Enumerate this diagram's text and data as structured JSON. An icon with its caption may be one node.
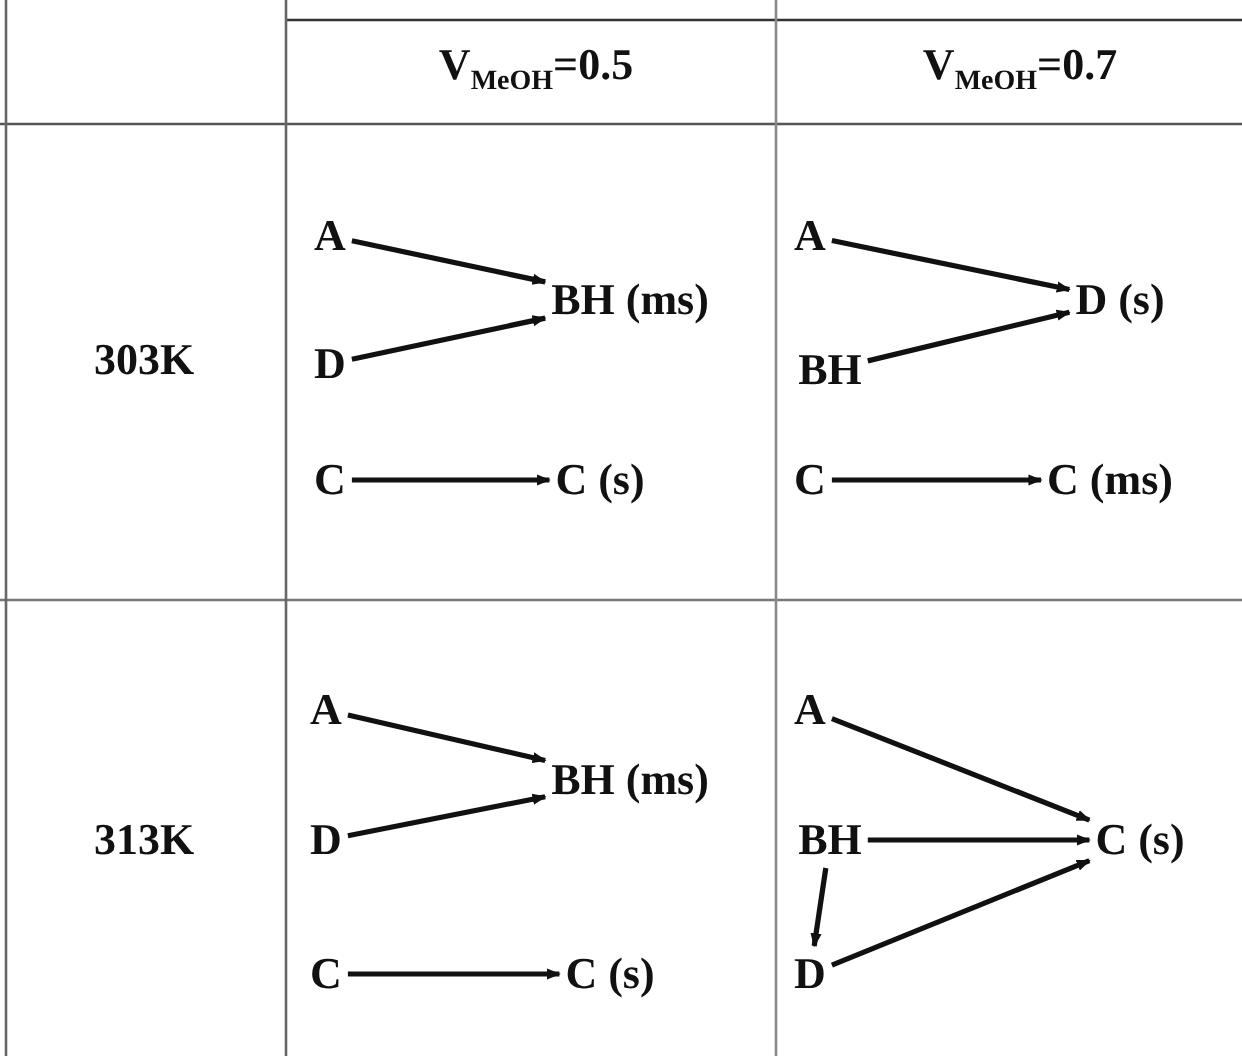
{
  "diagram": {
    "nodes": [
      {
        "text": [
          "A"
        ]
      },
      {
        "text": [
          "D"
        ]
      },
      {
        "text": [
          "BH (ms)"
        ]
      },
      {
        "text": [
          "C"
        ]
      },
      {
        "text": [
          "C (s)"
        ]
      },
      {
        "text": [
          "A"
        ]
      },
      {
        "text": [
          "BH"
        ]
      },
      {
        "text": [
          "D (s)"
        ]
      },
      {
        "text": [
          "C"
        ]
      },
      {
        "text": [
          "C (ms)"
        ]
      },
      {
        "text": [
          "A"
        ]
      },
      {
        "text": [
          "D"
        ]
      },
      {
        "text": [
          "BH (ms)"
        ]
      },
      {
        "text": [
          "C"
        ]
      },
      {
        "text": [
          "C (s)"
        ]
      },
      {
        "text": [
          "A"
        ]
      },
      {
        "text": [
          "BH"
        ]
      },
      {
        "text": [
          "D"
        ]
      },
      {
        "text": [
          "C (s)"
        ]
      }
    ],
    "edges": [
      {
        "from": 0,
        "to": 2,
        "arrow": "to"
      },
      {
        "from": 1,
        "to": 2,
        "arrow": "to"
      },
      {
        "from": 3,
        "to": 4,
        "arrow": "to"
      },
      {
        "from": 5,
        "to": 7,
        "arrow": "to"
      },
      {
        "from": 6,
        "to": 7,
        "arrow": "to"
      },
      {
        "from": 8,
        "to": 9,
        "arrow": "to"
      },
      {
        "from": 10,
        "to": 12,
        "arrow": "to"
      },
      {
        "from": 11,
        "to": 12,
        "arrow": "to"
      },
      {
        "from": 13,
        "to": 14,
        "arrow": "to"
      },
      {
        "from": 15,
        "to": 18,
        "arrow": "to"
      },
      {
        "from": 16,
        "to": 18,
        "arrow": "to"
      },
      {
        "from": 16,
        "to": 17,
        "arrow": "to"
      },
      {
        "from": 17,
        "to": 18,
        "arrow": "to"
      }
    ],
    "labels": [
      "V$_{MeOH}$=0.5",
      "V$_{MeOH}$=0.7",
      "303K",
      "313K"
    ]
  }
}
